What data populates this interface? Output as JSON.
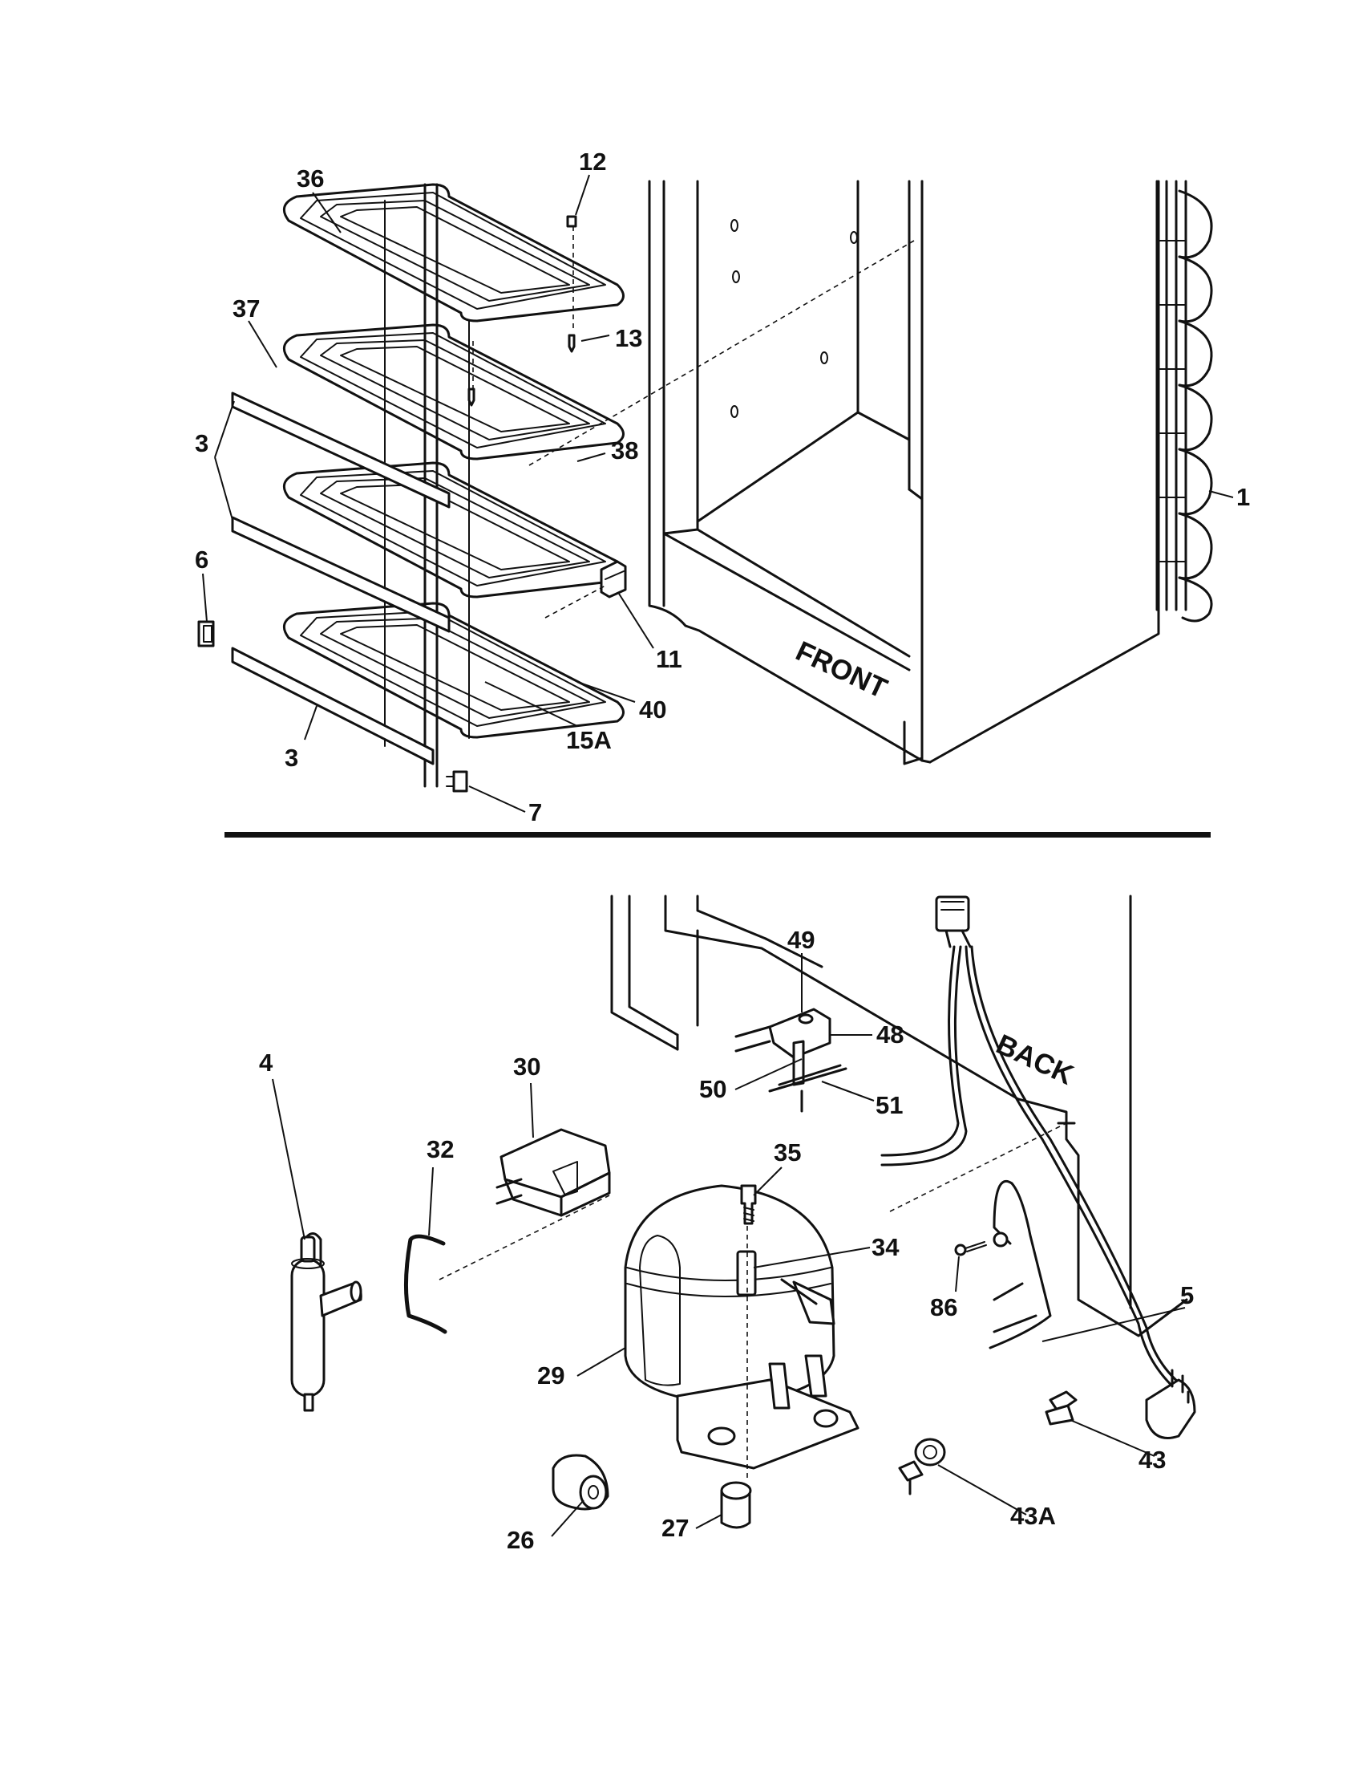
{
  "text_labels": {
    "front": "FRONT",
    "back": "BACK"
  },
  "callouts": {
    "upper": {
      "c36": "36",
      "c12": "12",
      "c37": "37",
      "c13": "13",
      "c3a": "3",
      "c38": "38",
      "c1": "1",
      "c6": "6",
      "c11": "11",
      "c40": "40",
      "c15a": "15A",
      "c3b": "3",
      "c7": "7"
    },
    "lower": {
      "c49": "49",
      "c48": "48",
      "c4": "4",
      "c30": "30",
      "c50": "50",
      "c51": "51",
      "c32": "32",
      "c35": "35",
      "c34": "34",
      "c86": "86",
      "c5": "5",
      "c29": "29",
      "c43": "43",
      "c43a": "43A",
      "c26": "26",
      "c27": "27"
    }
  }
}
